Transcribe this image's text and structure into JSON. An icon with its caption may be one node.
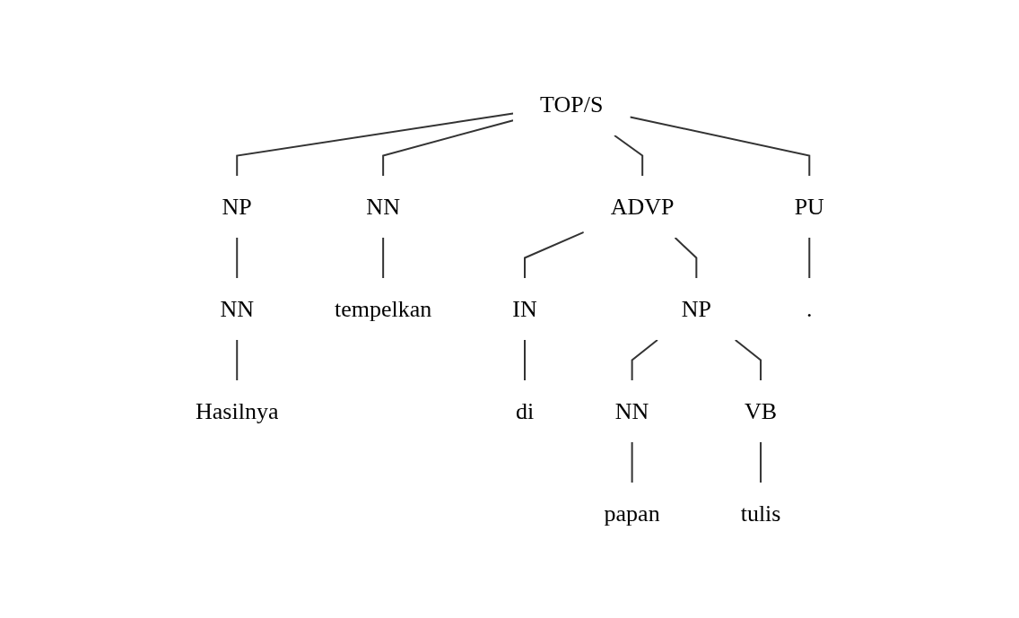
{
  "diagram": {
    "nodes": [
      {
        "text": [
          "TOP/S"
        ]
      },
      {
        "text": [
          "NP"
        ]
      },
      {
        "text": [
          "NN"
        ]
      },
      {
        "text": [
          "ADVP"
        ]
      },
      {
        "text": [
          "NN"
        ]
      },
      {
        "text": [
          "tempelkan"
        ]
      },
      {
        "text": [
          "IN"
        ]
      },
      {
        "text": [
          "NP"
        ]
      },
      {
        "text": [
          "Hasilnya"
        ]
      },
      {
        "text": [
          "di"
        ]
      },
      {
        "text": [
          "NN"
        ]
      },
      {
        "text": [
          "VB"
        ]
      },
      {
        "text": [
          "PU"
        ]
      },
      {
        "text": [
          "papan"
        ]
      },
      {
        "text": [
          "tulis"
        ]
      },
      {
        "text": [
          "."
        ]
      }
    ],
    "edges": [
      {
        "from": 0,
        "to": 1,
        "arrow": "none"
      },
      {
        "from": 0,
        "to": 2,
        "arrow": "none"
      },
      {
        "from": 0,
        "to": 3,
        "arrow": "none"
      },
      {
        "from": 0,
        "to": 12,
        "arrow": "none"
      },
      {
        "from": 1,
        "to": 4,
        "arrow": "none"
      },
      {
        "from": 2,
        "to": 5,
        "arrow": "none"
      },
      {
        "from": 3,
        "to": 6,
        "arrow": "none"
      },
      {
        "from": 3,
        "to": 7,
        "arrow": "none"
      },
      {
        "from": 4,
        "to": 8,
        "arrow": "none"
      },
      {
        "from": 6,
        "to": 9,
        "arrow": "none"
      },
      {
        "from": 7,
        "to": 10,
        "arrow": "none"
      },
      {
        "from": 7,
        "to": 11,
        "arrow": "none"
      },
      {
        "from": 10,
        "to": 13,
        "arrow": "none"
      },
      {
        "from": 11,
        "to": 14,
        "arrow": "none"
      },
      {
        "from": 12,
        "to": 15,
        "arrow": "none"
      }
    ]
  }
}
